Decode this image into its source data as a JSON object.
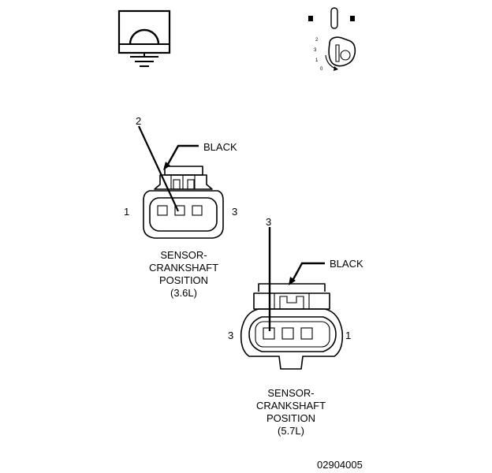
{
  "icons": {
    "ground_symbol": "ground-icon",
    "ignition_key": "ignition-key-icon",
    "key_positions": [
      "2",
      "3",
      "1",
      "0"
    ]
  },
  "connector_36": {
    "wire_color_label": "BLACK",
    "terminal_callout": "2",
    "pin_left_label": "1",
    "pin_right_label": "3",
    "caption": [
      "SENSOR-",
      "CRANKSHAFT",
      "POSITION",
      "(3.6L)"
    ]
  },
  "connector_57": {
    "wire_color_label": "BLACK",
    "terminal_callout": "3",
    "pin_left_label": "3",
    "pin_right_label": "1",
    "caption": [
      "SENSOR-",
      "CRANKSHAFT",
      "POSITION",
      "(5.7L)"
    ]
  },
  "figure_id": "02904005"
}
